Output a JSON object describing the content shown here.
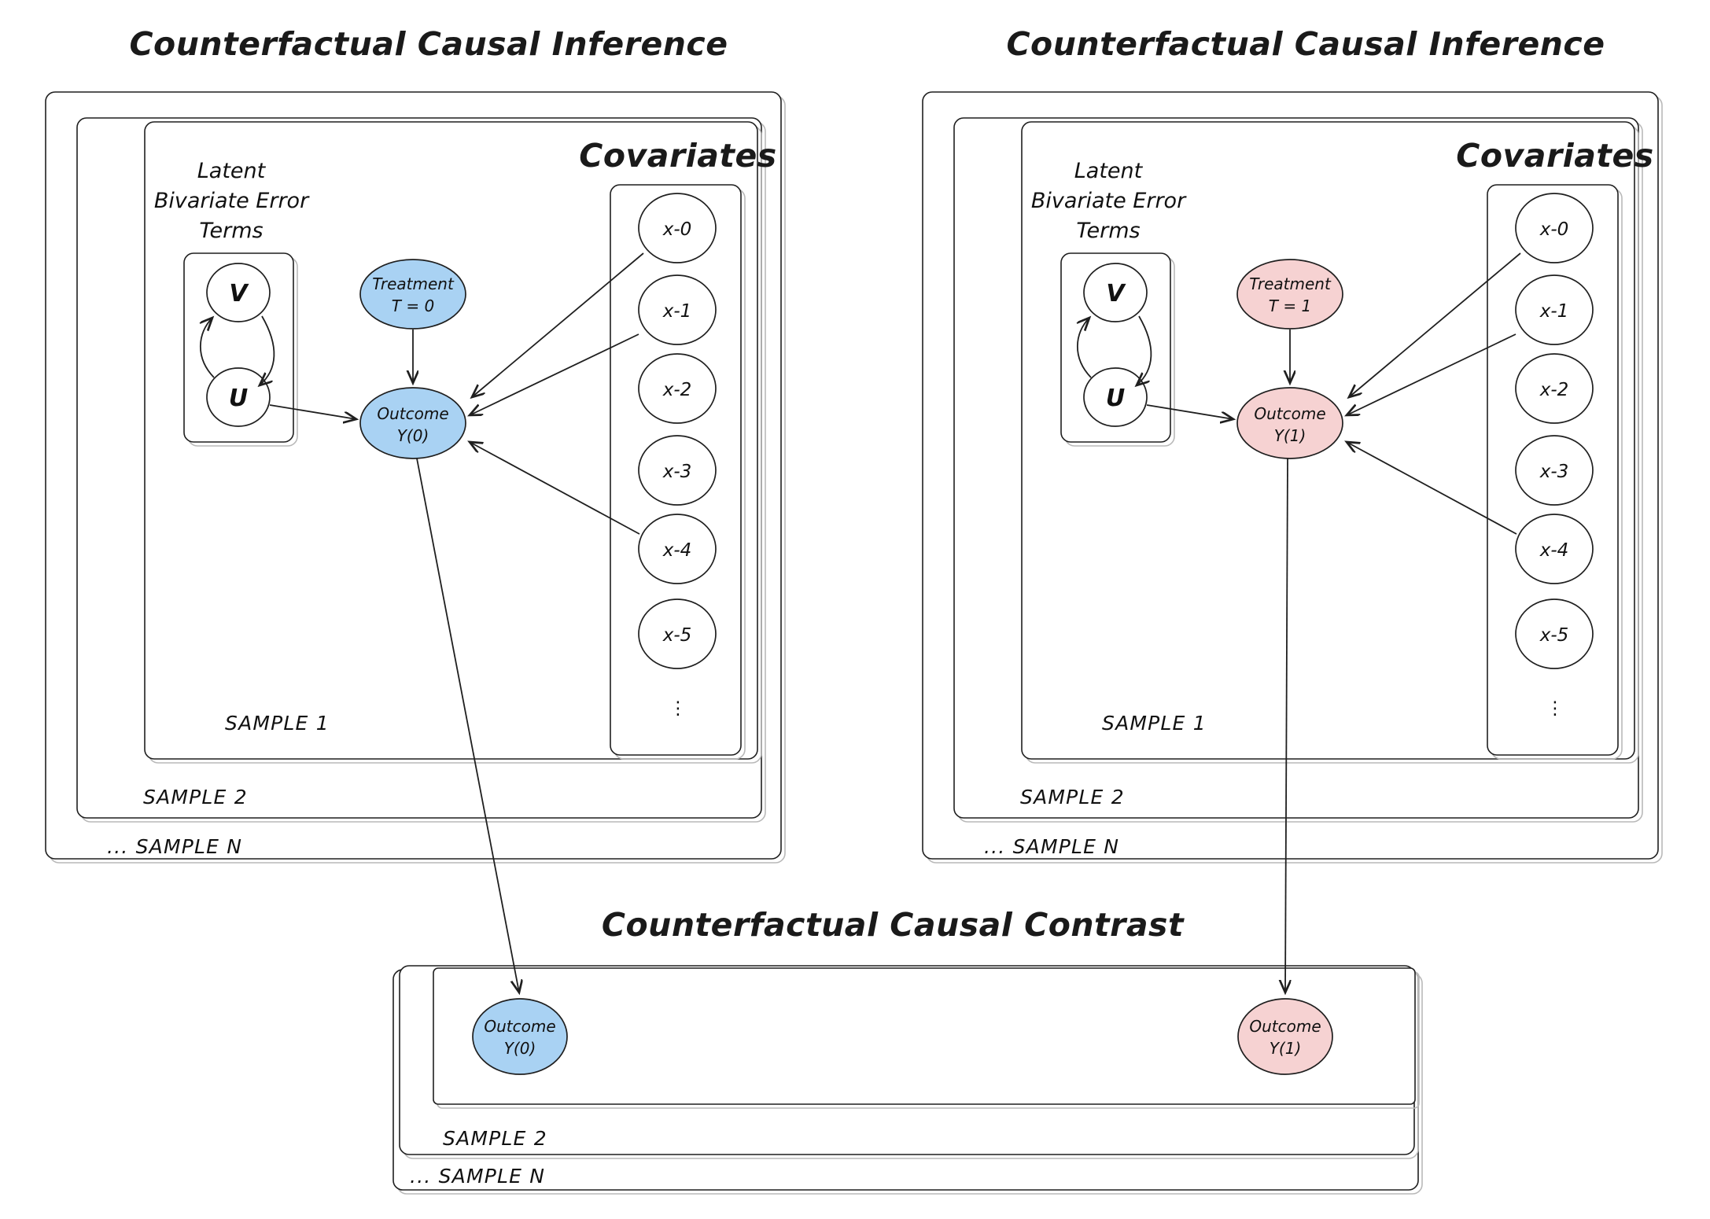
{
  "diagram": {
    "type": "causal-dag",
    "panels": [
      {
        "id": "panel-control",
        "title": "Counterfactual Causal Inference",
        "accent": "#a9d2f3",
        "accent_stroke": "#3f7bbf",
        "latent_label_lines": [
          "Latent",
          "Bivariate Error",
          "Terms"
        ],
        "covariates_label": "Covariates",
        "latent_nodes": [
          {
            "id": "V",
            "label": "V"
          },
          {
            "id": "U",
            "label": "U"
          }
        ],
        "treatment": {
          "line1": "Treatment",
          "line2": "T = 0"
        },
        "outcome": {
          "line1": "Outcome",
          "line2": "Y(0)"
        },
        "covariates": [
          "x-0",
          "x-1",
          "x-2",
          "x-3",
          "x-4",
          "x-5"
        ],
        "covariates_ellipsis": "⋮",
        "sample_labels": [
          "SAMPLE 1",
          "SAMPLE 2",
          "... SAMPLE N"
        ],
        "edges": [
          {
            "from": "V",
            "to": "U",
            "kind": "bidirectional-curved"
          },
          {
            "from": "U",
            "to": "outcome",
            "kind": "directed"
          },
          {
            "from": "treatment",
            "to": "outcome",
            "kind": "directed"
          },
          {
            "from": "x-0",
            "to": "outcome",
            "kind": "directed"
          },
          {
            "from": "x-1",
            "to": "outcome",
            "kind": "directed"
          },
          {
            "from": "x-4",
            "to": "outcome",
            "kind": "directed"
          },
          {
            "from": "outcome",
            "to": "contrast-outcome-0",
            "kind": "directed"
          }
        ]
      },
      {
        "id": "panel-treated",
        "title": "Counterfactual Causal Inference",
        "accent": "#f6d2d2",
        "accent_stroke": "#222222",
        "latent_label_lines": [
          "Latent",
          "Bivariate Error",
          "Terms"
        ],
        "covariates_label": "Covariates",
        "latent_nodes": [
          {
            "id": "V",
            "label": "V"
          },
          {
            "id": "U",
            "label": "U"
          }
        ],
        "treatment": {
          "line1": "Treatment",
          "line2": "T = 1"
        },
        "outcome": {
          "line1": "Outcome",
          "line2": "Y(1)"
        },
        "covariates": [
          "x-0",
          "x-1",
          "x-2",
          "x-3",
          "x-4",
          "x-5"
        ],
        "covariates_ellipsis": "⋮",
        "sample_labels": [
          "SAMPLE 1",
          "SAMPLE 2",
          "... SAMPLE N"
        ],
        "edges": [
          {
            "from": "V",
            "to": "U",
            "kind": "bidirectional-curved"
          },
          {
            "from": "U",
            "to": "outcome",
            "kind": "directed"
          },
          {
            "from": "treatment",
            "to": "outcome",
            "kind": "directed"
          },
          {
            "from": "x-0",
            "to": "outcome",
            "kind": "directed"
          },
          {
            "from": "x-1",
            "to": "outcome",
            "kind": "directed"
          },
          {
            "from": "x-4",
            "to": "outcome",
            "kind": "directed"
          },
          {
            "from": "outcome",
            "to": "contrast-outcome-1",
            "kind": "directed"
          }
        ]
      }
    ],
    "contrast": {
      "id": "panel-contrast",
      "title": "Counterfactual Causal Contrast",
      "outcome_control": {
        "line1": "Outcome",
        "line2": "Y(0)",
        "accent": "#a9d2f3",
        "accent_stroke": "#3f7bbf"
      },
      "outcome_treated": {
        "line1": "Outcome",
        "line2": "Y(1)",
        "accent": "#f6d2d2",
        "accent_stroke": "#222222"
      },
      "sample_labels": [
        "SAMPLE 2",
        "... SAMPLE N"
      ]
    },
    "colors": {
      "stroke": "#1f1f1f",
      "shadow_stroke": "#b9b9b9",
      "node_white": "#ffffff",
      "background": "#ffffff"
    }
  }
}
